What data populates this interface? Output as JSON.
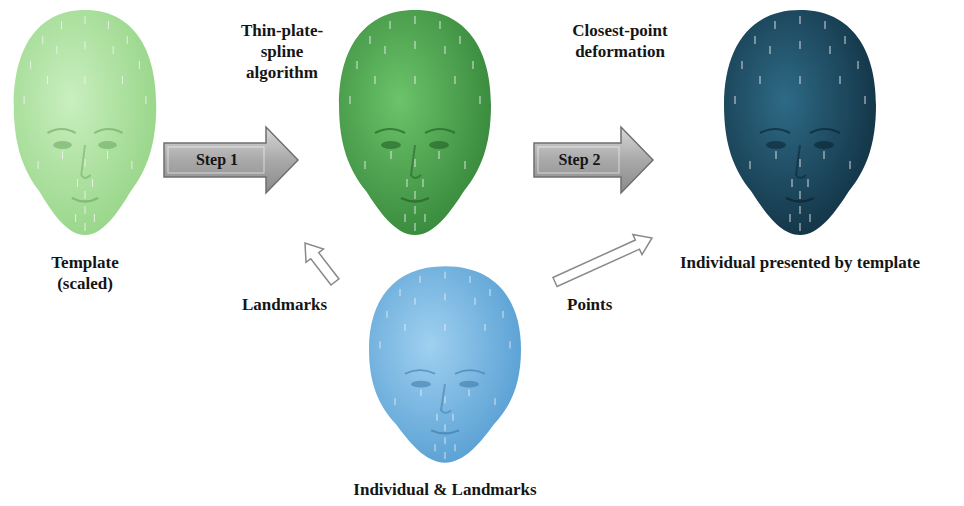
{
  "diagram": {
    "nodes": [
      {
        "text": [
          "Template (scaled)"
        ]
      },
      {
        "text": []
      },
      {
        "text": [
          "Individual presented by template"
        ]
      },
      {
        "text": [
          "Individual & Landmarks"
        ]
      }
    ],
    "edges": [
      {
        "from": 0,
        "to": 1,
        "arrow": "to",
        "label": "Step 1"
      },
      {
        "from": 1,
        "to": 2,
        "arrow": "to",
        "label": "Step 2"
      },
      {
        "from": 3,
        "to": 1,
        "arrow": "to",
        "label": "Landmarks"
      },
      {
        "from": 3,
        "to": 2,
        "arrow": "to",
        "label": "Points"
      }
    ],
    "labels": [
      "Thin-plate-spline algorithm",
      "Closest-point deformation"
    ]
  }
}
